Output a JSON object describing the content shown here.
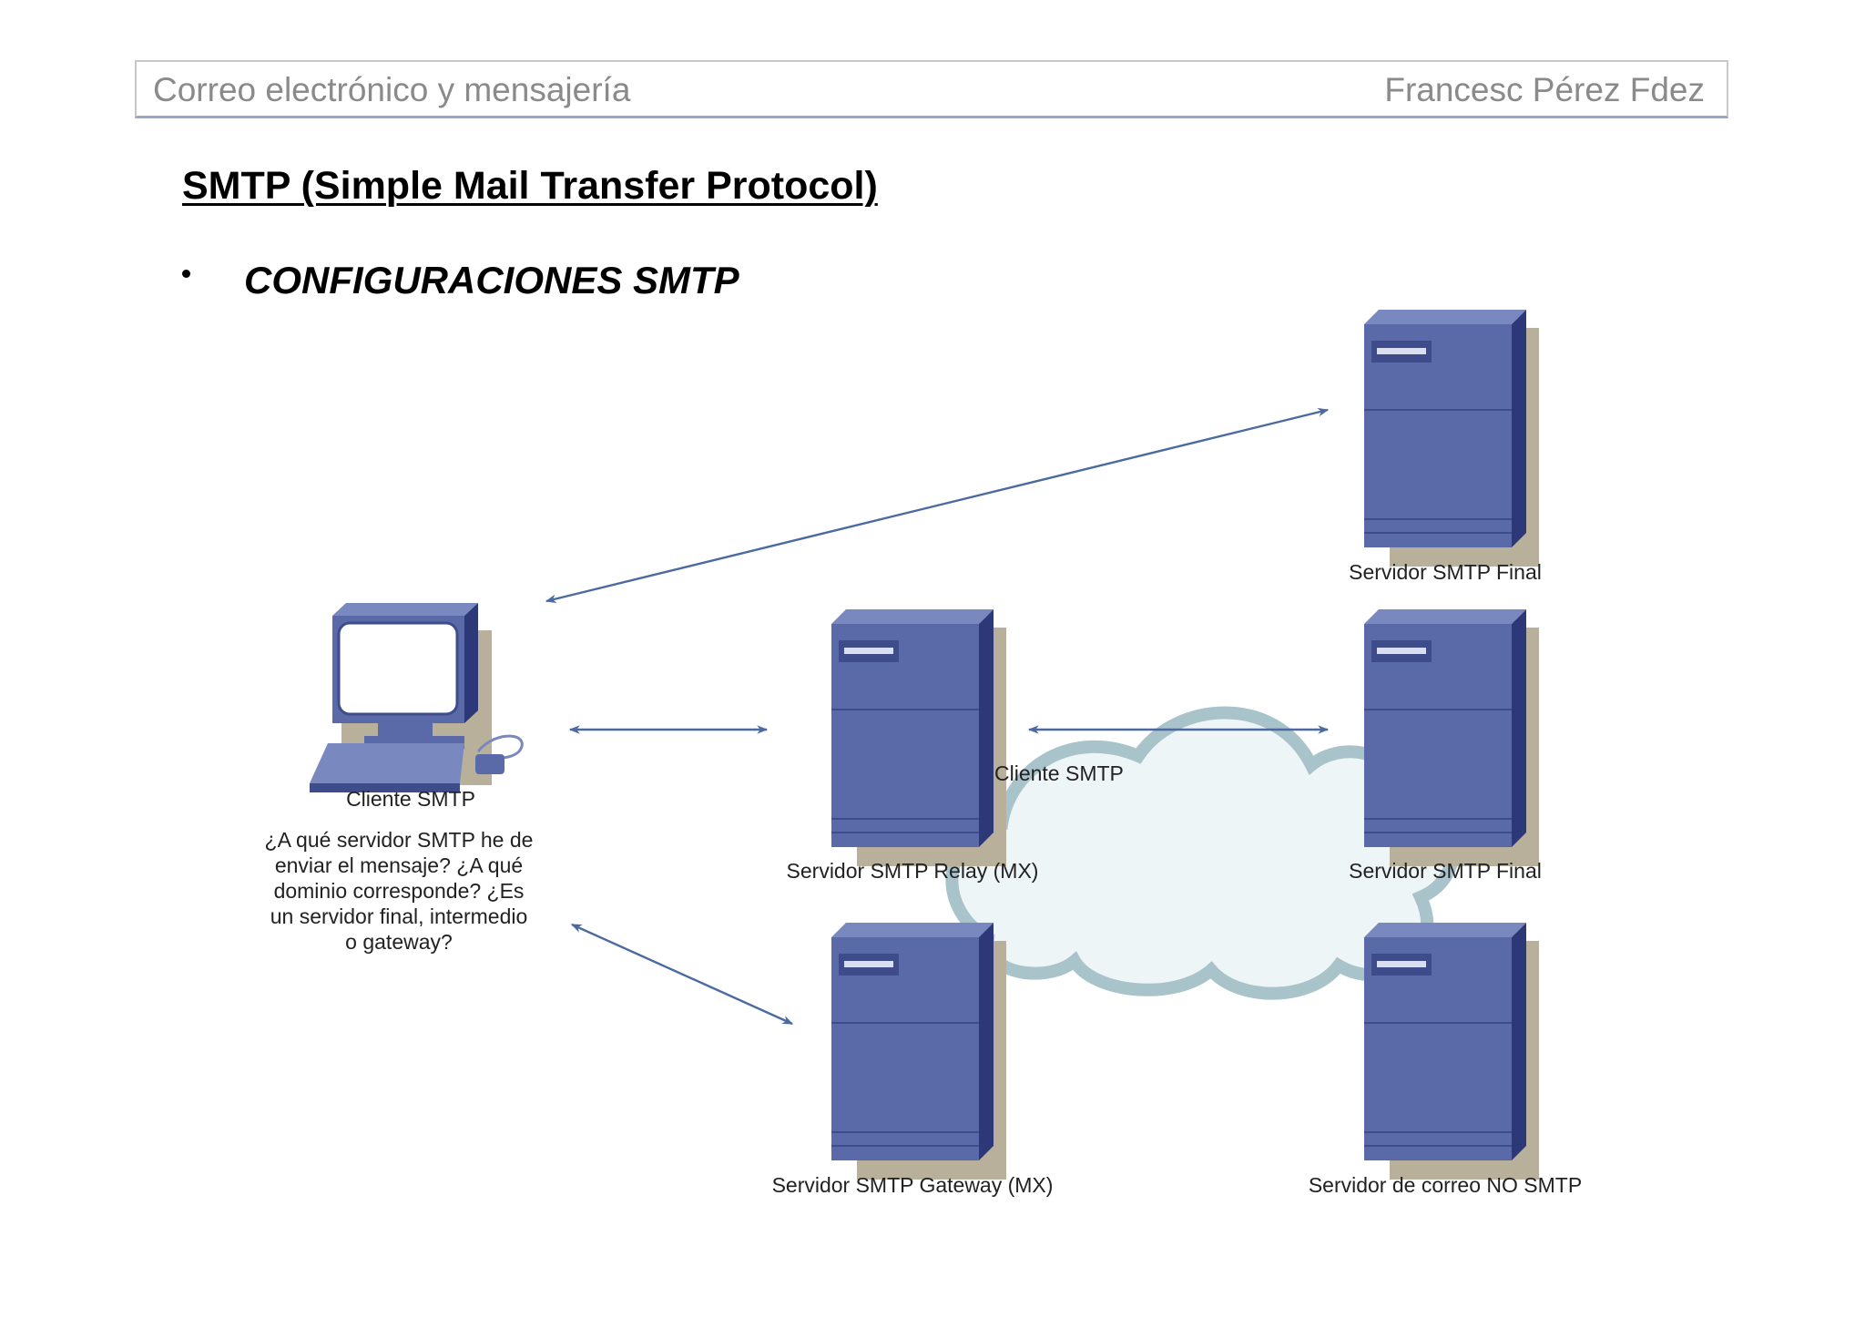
{
  "header": {
    "left": "Correo electrónico y mensajería",
    "right": "Francesc Pérez Fdez"
  },
  "title": "SMTP (Simple Mail Transfer Protocol)",
  "bullet": "CONFIGURACIONES SMTP",
  "diagram": {
    "colors": {
      "server_front": "#5a6aa8",
      "server_side": "#2e3a78",
      "server_top": "#7a88c0",
      "shadow": "#b6ae98",
      "arrow": "#4a6aa0",
      "cloud_fill": "#eef5f7",
      "cloud_edge": "#a9c0c8"
    },
    "nodes": {
      "client_label": "Cliente SMTP",
      "client_question": [
        "¿A qué servidor SMTP he de",
        "enviar el mensaje? ¿A qué",
        "dominio corresponde? ¿Es",
        "un servidor final, intermedio",
        "o gateway?"
      ],
      "final_top": "Servidor SMTP Final",
      "relay": "Servidor SMTP Relay (MX)",
      "relay_client": "Cliente SMTP",
      "final_mid": "Servidor SMTP Final",
      "gateway": "Servidor SMTP Gateway (MX)",
      "non_smtp": "Servidor de correo NO SMTP"
    }
  }
}
